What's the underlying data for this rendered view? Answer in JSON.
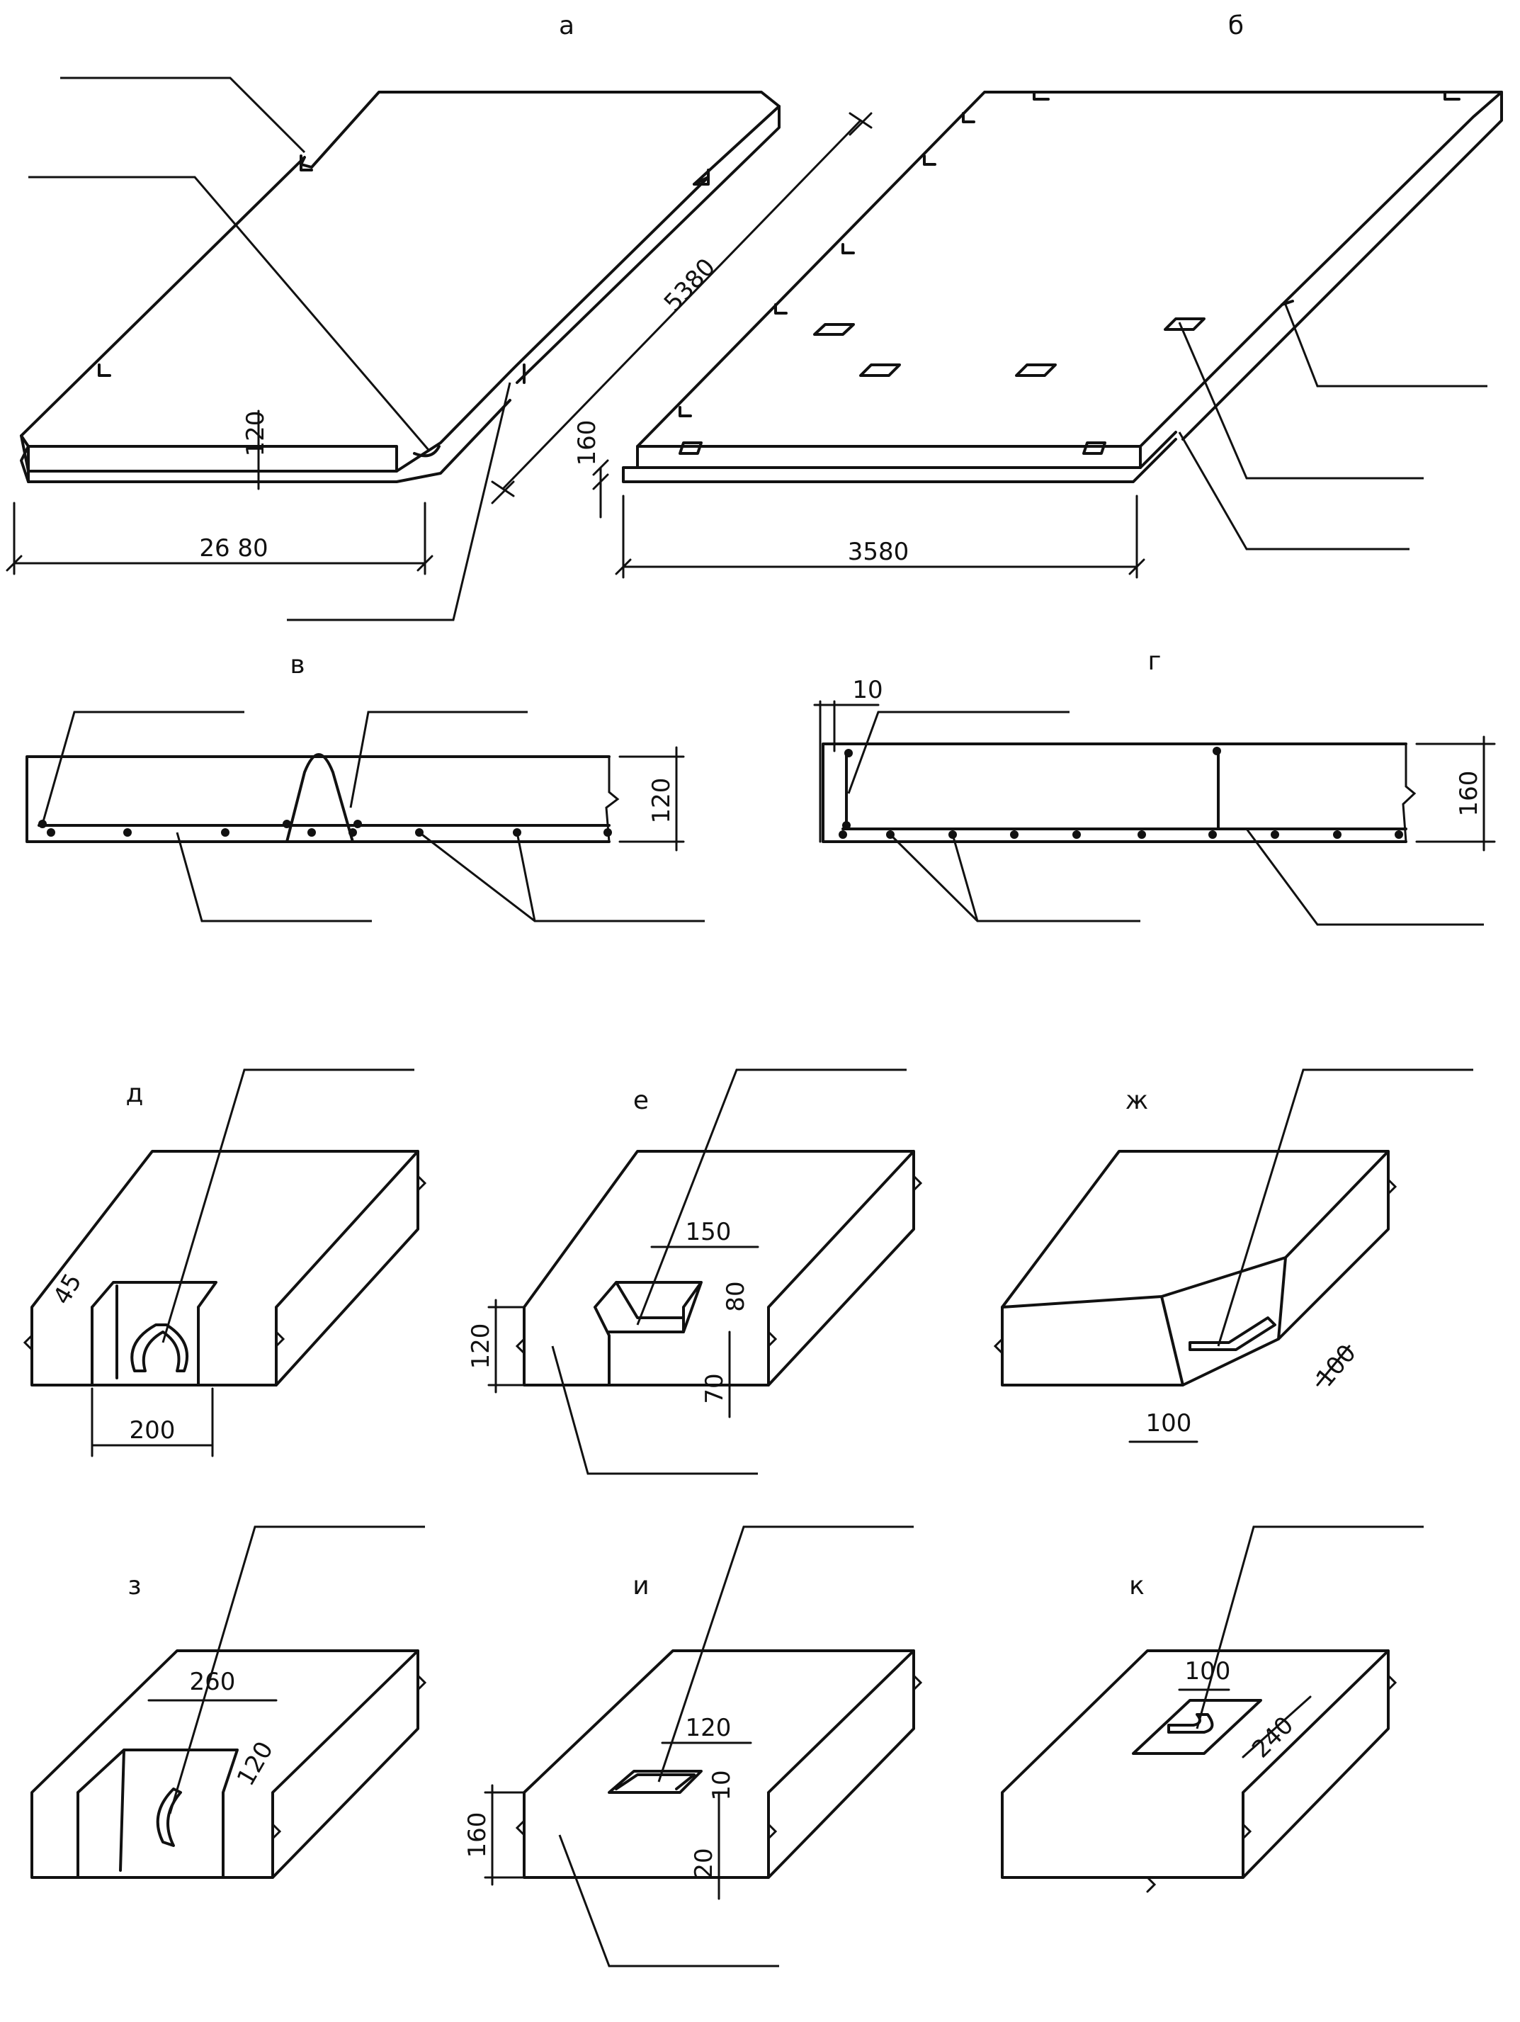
{
  "panels": [
    {
      "id": "a",
      "label": "а"
    },
    {
      "id": "b",
      "label": "б"
    },
    {
      "id": "v",
      "label": "в"
    },
    {
      "id": "g",
      "label": "г"
    },
    {
      "id": "d",
      "label": "д"
    },
    {
      "id": "e",
      "label": "е"
    },
    {
      "id": "zh",
      "label": "ж"
    },
    {
      "id": "z",
      "label": "з"
    },
    {
      "id": "i",
      "label": "и"
    },
    {
      "id": "k",
      "label": "к"
    }
  ],
  "dimensions": {
    "a_thickness": "120",
    "a_length": "5380",
    "a_width": "26 80",
    "b_thickness": "160",
    "b_width": "3580",
    "v_thickness": "120",
    "g_offset": "10",
    "g_thickness": "160",
    "d_width": "200",
    "d_depth": "45",
    "e_width": "150",
    "e_depth": "80",
    "e_thickness": "120",
    "e_bottom": "70",
    "zh_side1": "100",
    "zh_side2": "100",
    "z_width": "260",
    "z_depth": "120",
    "i_width": "120",
    "i_depth": "10",
    "i_thickness": "160",
    "i_bottom": "20",
    "k_width": "100",
    "k_length": "240"
  }
}
